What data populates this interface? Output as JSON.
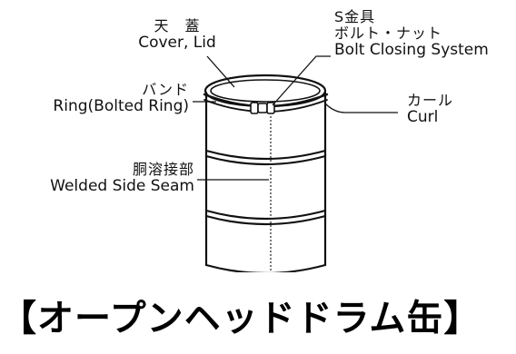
{
  "labels": {
    "cover": {
      "jp": "天　蓋",
      "en": "Cover, Lid"
    },
    "bolt": {
      "jp1": "S金具",
      "jp2": "ボルト・ナット",
      "en": "Bolt Closing System"
    },
    "band": {
      "jp": "バンド",
      "en": "Ring(Bolted Ring)"
    },
    "curl": {
      "jp": "カール",
      "en": "Curl"
    },
    "seam": {
      "jp": "胴溶接部",
      "en": "Welded Side Seam"
    }
  },
  "caption": "【オープンヘッドドラム缶】"
}
